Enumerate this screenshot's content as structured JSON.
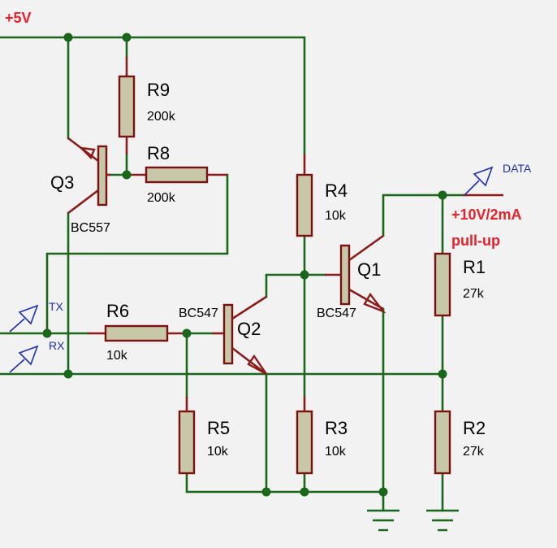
{
  "supply": {
    "label": "+5V"
  },
  "note": {
    "line1": "+10V/2mA",
    "line2": "pull-up"
  },
  "ports": {
    "data": "DATA",
    "tx": "TX",
    "rx": "RX"
  },
  "resistors": {
    "r9": {
      "name": "R9",
      "value": "200k"
    },
    "r8": {
      "name": "R8",
      "value": "200k"
    },
    "r4": {
      "name": "R4",
      "value": "10k"
    },
    "r6": {
      "name": "R6",
      "value": "10k"
    },
    "r1": {
      "name": "R1",
      "value": "27k"
    },
    "r5": {
      "name": "R5",
      "value": "10k"
    },
    "r3": {
      "name": "R3",
      "value": "10k"
    },
    "r2": {
      "name": "R2",
      "value": "27k"
    }
  },
  "transistors": {
    "q3": {
      "name": "Q3",
      "part": "BC557"
    },
    "q2": {
      "name": "Q2",
      "part": "BC547"
    },
    "q1": {
      "name": "Q1",
      "part": "BC547"
    }
  },
  "colors": {
    "wire": "#1a661a",
    "component": "#8b1a1a",
    "port": "#1e2fb0",
    "note": "#e8202a"
  }
}
